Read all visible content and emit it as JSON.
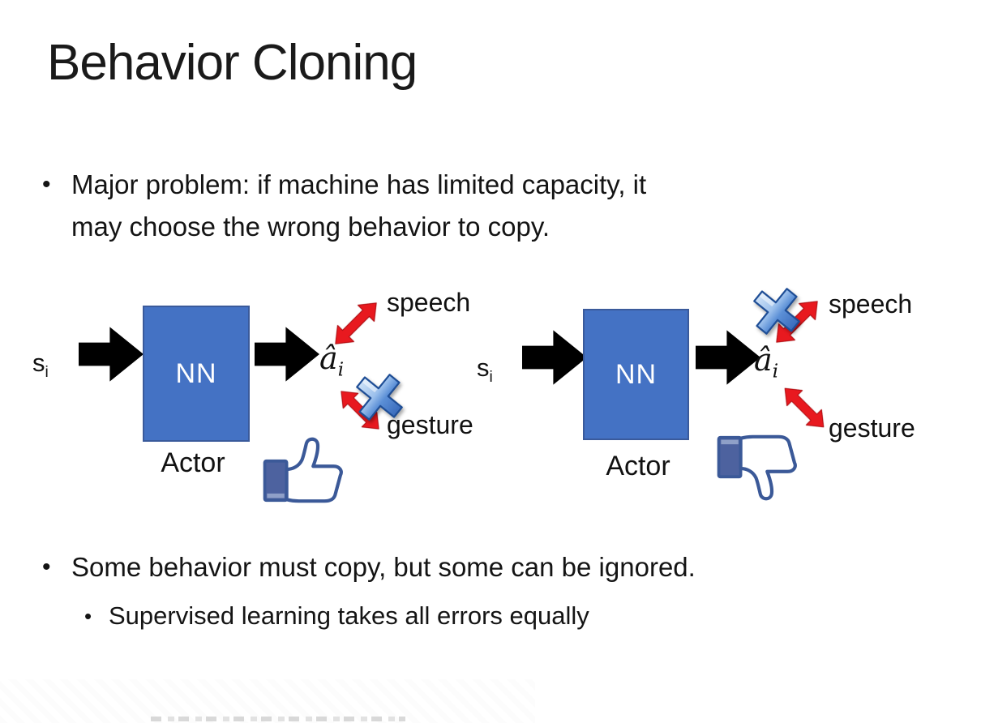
{
  "slide": {
    "title": "Behavior Cloning",
    "bullet_char": "•",
    "bullet1_line1": "Major problem: if machine has limited capacity, it",
    "bullet1_line2": "may choose the wrong behavior to copy.",
    "bullet2": "Some behavior must copy, but some can be ignored.",
    "bullet2_sub": "Supervised learning takes all errors equally"
  },
  "diagram_left": {
    "input": "s",
    "input_sub": "i",
    "box": "NN",
    "box_label": "Actor",
    "output": "â",
    "output_sub": "i",
    "branch_top": "speech",
    "branch_bottom": "gesture",
    "crossed_out_branch": "gesture",
    "feedback_icon": "thumbs-up"
  },
  "diagram_right": {
    "input": "s",
    "input_sub": "i",
    "box": "NN",
    "box_label": "Actor",
    "output": "â",
    "output_sub": "i",
    "branch_top": "speech",
    "branch_bottom": "gesture",
    "crossed_out_branch": "speech",
    "feedback_icon": "thumbs-down"
  },
  "colors": {
    "nn_box": "#4472C4",
    "nn_border": "#3A5A9B",
    "arrow_red": "#E8191F",
    "thumb_outline": "#3B5998",
    "thumb_sleeve": "#4D629F",
    "black": "#000000"
  }
}
